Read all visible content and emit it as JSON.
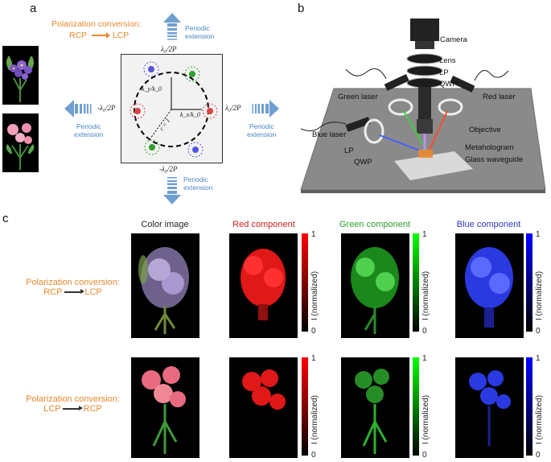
{
  "panel_a": {
    "letter": "a",
    "polarization_title": "Polarization conversion:",
    "polarization_rcp": "RCP",
    "polarization_lcp": "LCP",
    "periodic_top": "Periodic",
    "periodic_top2": "extension",
    "periodic_left": "Periodic",
    "periodic_left2": "extension",
    "periodic_right": "Periodic",
    "periodic_right2": "extension",
    "periodic_bottom": "Periodic",
    "periodic_bottom2": "extension",
    "label_top": "λ₀/2P",
    "label_bottom": "-λ₀/2P",
    "label_left": "-λ₀/2P",
    "label_right": "λ₀/2P",
    "ky": "k_y/k_0",
    "kx": "k_x/k_0",
    "r": "r = 1"
  },
  "panel_b": {
    "letter": "b",
    "camera": "Camera",
    "lens": "Lens",
    "lp_top": "LP",
    "qwp_top": "QWP",
    "green_laser": "Green laser",
    "red_laser": "Red laser",
    "objective": "Objective",
    "blue_laser": "Blue laser",
    "lp_left": "LP",
    "qwp_left": "QWP",
    "metahologram": "Metahologram",
    "glass_waveguide": "Glass waveguide"
  },
  "panel_c": {
    "letter": "c",
    "headers": {
      "color": "Color image",
      "red": "Red component",
      "green": "Green component",
      "blue": "Blue component"
    },
    "row1_label_1": "Polarization conversion:",
    "row1_label_2a": "RCP",
    "row1_label_2b": "LCP",
    "row2_label_1": "Polarization conversion:",
    "row2_label_2a": "LCP",
    "row2_label_2b": "RCP",
    "cb_max": "1",
    "cb_min": "0",
    "cb_axis": "I (normalized)"
  },
  "colors": {
    "orange": "#e8892e",
    "blue_text": "#4a86c5",
    "red_component": "#d42020",
    "green_component": "#2fa02f",
    "blue_component": "#3535c8"
  }
}
